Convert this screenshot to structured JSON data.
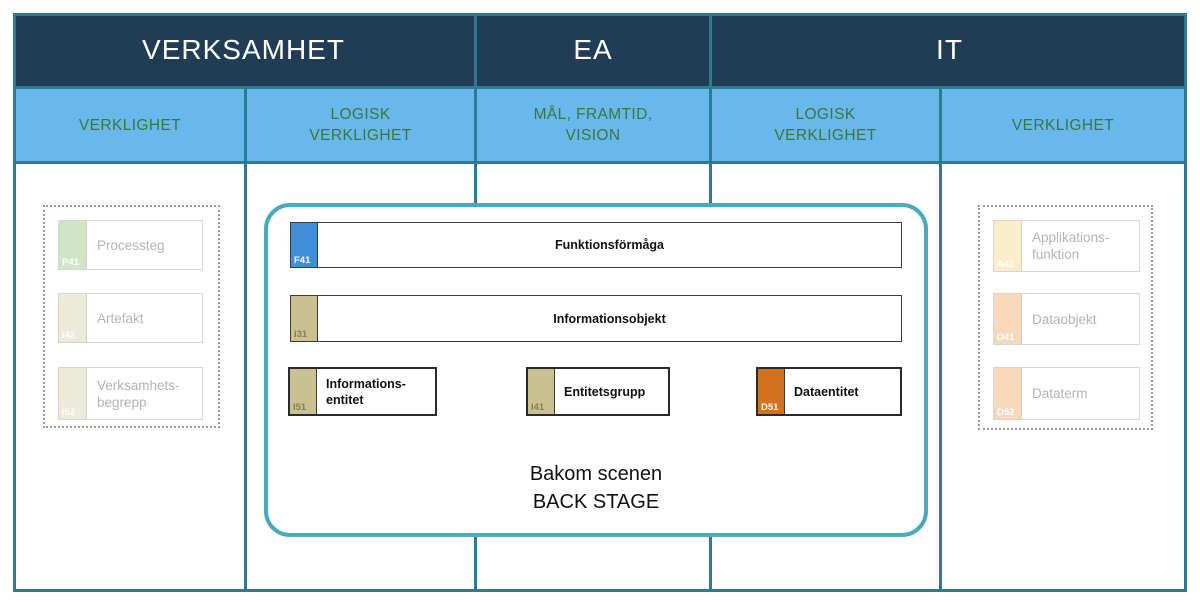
{
  "header": {
    "top_cells": [
      {
        "label": "VERKSAMHET"
      },
      {
        "label": "EA"
      },
      {
        "label": "IT"
      }
    ],
    "sub_cells": [
      {
        "line1": "VERKLIGHET",
        "line2": ""
      },
      {
        "line1": "LOGISK",
        "line2": "VERKLIGHET"
      },
      {
        "line1": "MÅL, FRAMTID,",
        "line2": "VISION"
      },
      {
        "line1": "LOGISK",
        "line2": "VERKLIGHET"
      },
      {
        "line1": "VERKLIGHET",
        "line2": ""
      }
    ]
  },
  "left_panel": {
    "items": [
      {
        "code": "P41",
        "line1": "Processteg",
        "line2": ""
      },
      {
        "code": "I42",
        "line1": "Artefakt",
        "line2": ""
      },
      {
        "code": "I52",
        "line1": "Verksamhets-",
        "line2": "begrepp"
      }
    ]
  },
  "center_panel": {
    "bars": [
      {
        "code": "F41",
        "label": "Funktionsförmåga"
      },
      {
        "code": "I31",
        "label": "Informationsobjekt"
      }
    ],
    "boxes": [
      {
        "code": "I51",
        "line1": "Informations-",
        "line2": "entitet"
      },
      {
        "code": "I41",
        "line1": "Entitetsgrupp",
        "line2": ""
      },
      {
        "code": "D51",
        "line1": "Dataentitet",
        "line2": ""
      }
    ],
    "caption_line1": "Bakom scenen",
    "caption_line2": "BACK STAGE"
  },
  "right_panel": {
    "items": [
      {
        "code": "A41",
        "line1": "Applikations-",
        "line2": "funktion"
      },
      {
        "code": "D41",
        "line1": "Dataobjekt",
        "line2": ""
      },
      {
        "code": "D52",
        "line1": "Dataterm",
        "line2": ""
      }
    ]
  },
  "colors": {
    "header_bg": "#203d55",
    "header_text": "#ffffff",
    "subheader_bg": "#69b8ed",
    "subheader_text": "#37783b",
    "grid_line": "#2e7b91",
    "stage_border": "#4aa9c1",
    "tag_f41": "#418fd9",
    "tag_i31": "#c9c190",
    "tag_i41": "#c9c190",
    "tag_i51": "#c9c190",
    "tag_d51": "#d4711f",
    "tag_p41": "#d0e4c8",
    "tag_i42": "#ecead9",
    "tag_i52": "#ecead9",
    "tag_a41": "#fbeccb",
    "tag_d41": "#f8d8bb",
    "tag_d52": "#f8d8bb",
    "faded_text": "#b3b3b3"
  }
}
